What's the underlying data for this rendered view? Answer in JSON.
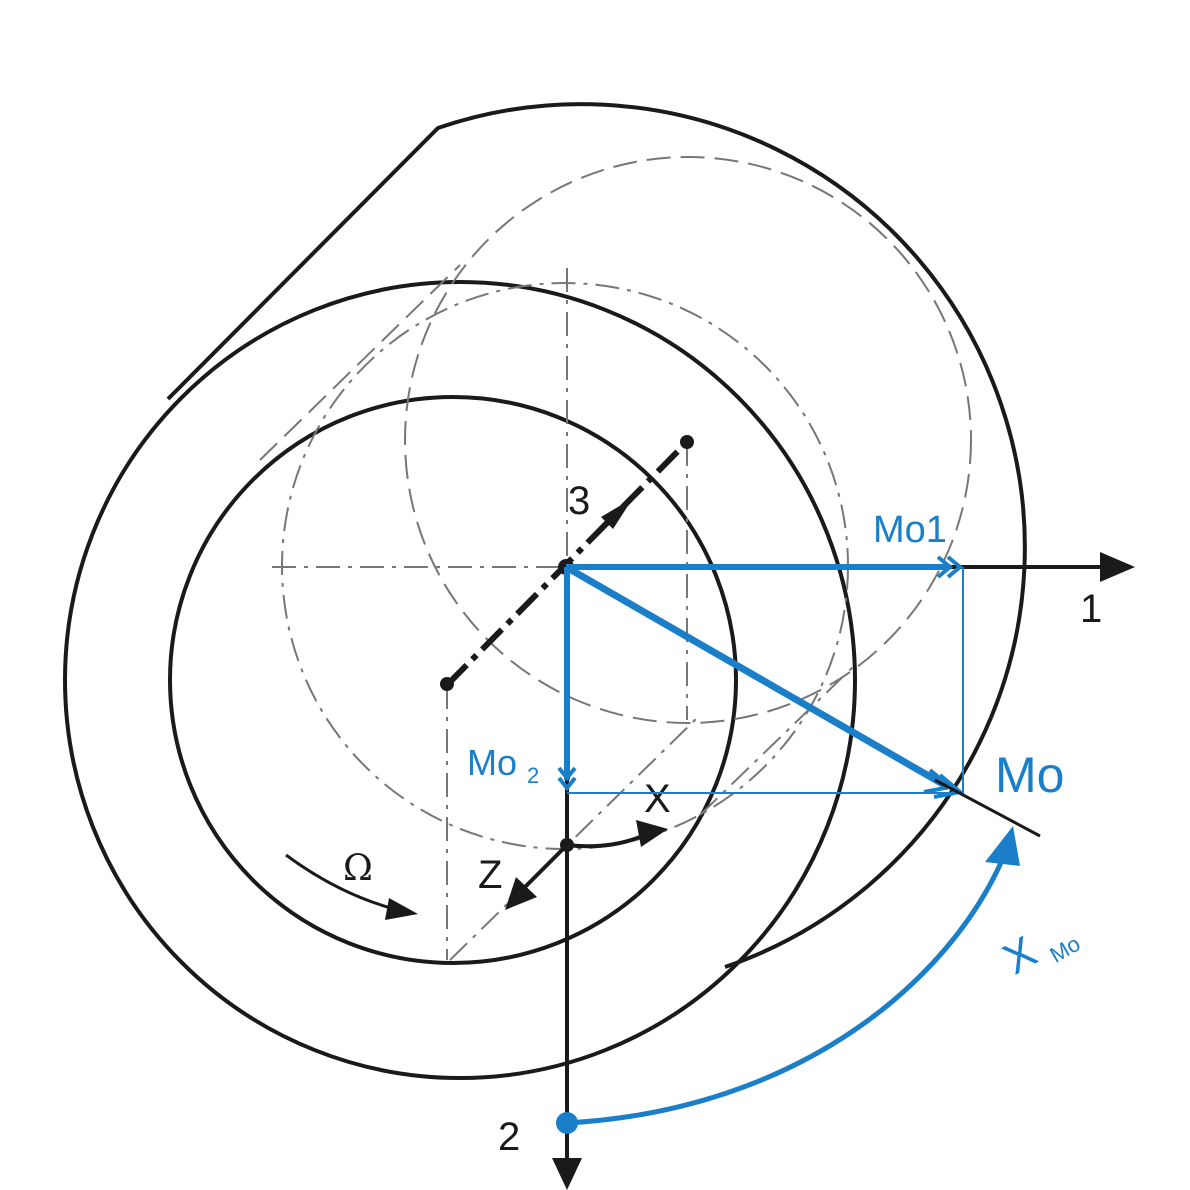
{
  "colors": {
    "ink": "#1a1a1a",
    "accent": "#1a7fc8",
    "hidden": "#777777"
  },
  "labels": {
    "axis_1": "1",
    "axis_2": "2",
    "axis_3": "3",
    "x": "X",
    "z": "Z",
    "omega": "Ω",
    "mo": "Mo",
    "mo1": "Mo1",
    "mo2_main": "Mo",
    "mo2_sub": "2",
    "xmo_main": "X",
    "xmo_sub": "Mo"
  }
}
